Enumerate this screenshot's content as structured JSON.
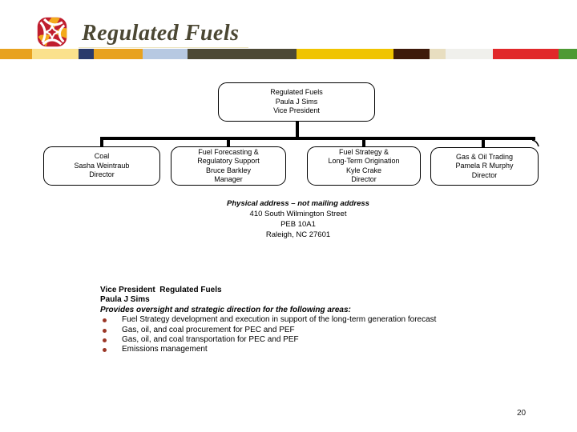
{
  "header": {
    "title": "Regulated Fuels",
    "title_color": "#4B4733"
  },
  "logo": {
    "red": "#C01E2E",
    "yellow": "#F3AA1C"
  },
  "stripe": {
    "colors": [
      "#E8A21F",
      "#FAE18C",
      "#2A3A6B",
      "#E8A21F",
      "#B7C9E2",
      "#4D4935",
      "#F0C400",
      "#3E1A0A",
      "#E8DEC0",
      "#F0F0EC",
      "#E1282A",
      "#4E9A33"
    ]
  },
  "org_chart": {
    "root": {
      "lines": [
        "Regulated Fuels",
        "Paula J Sims",
        "Vice President"
      ]
    },
    "children": [
      {
        "lines": [
          "Coal",
          "Sasha Weintraub",
          "Director"
        ]
      },
      {
        "lines": [
          "Fuel Forecasting &",
          "Regulatory Support",
          "Bruce Barkley",
          "Manager"
        ]
      },
      {
        "lines": [
          "Fuel Strategy &",
          "Long-Term Origination",
          "Kyle Crake",
          "Director"
        ]
      },
      {
        "lines": [
          "Gas & Oil Trading",
          "Pamela R Murphy",
          "Director"
        ]
      }
    ]
  },
  "address": {
    "heading": "Physical address – not mailing address",
    "lines": [
      "410 South Wilmington Street",
      "PEB 10A1",
      "Raleigh, NC 27601"
    ]
  },
  "description": {
    "title_line": "Vice President  Regulated Fuels",
    "name_line": "Paula J Sims",
    "intro_line": "Provides oversight and strategic direction for the following areas:",
    "bullet_color": "#9A3626",
    "bullets": [
      "Fuel Strategy development and execution in support of the long-term generation forecast",
      "Gas, oil, and coal procurement for PEC and PEF",
      "Gas, oil, and coal transportation for PEC and PEF",
      "Emissions management"
    ]
  },
  "footer": {
    "page_number": "20"
  }
}
